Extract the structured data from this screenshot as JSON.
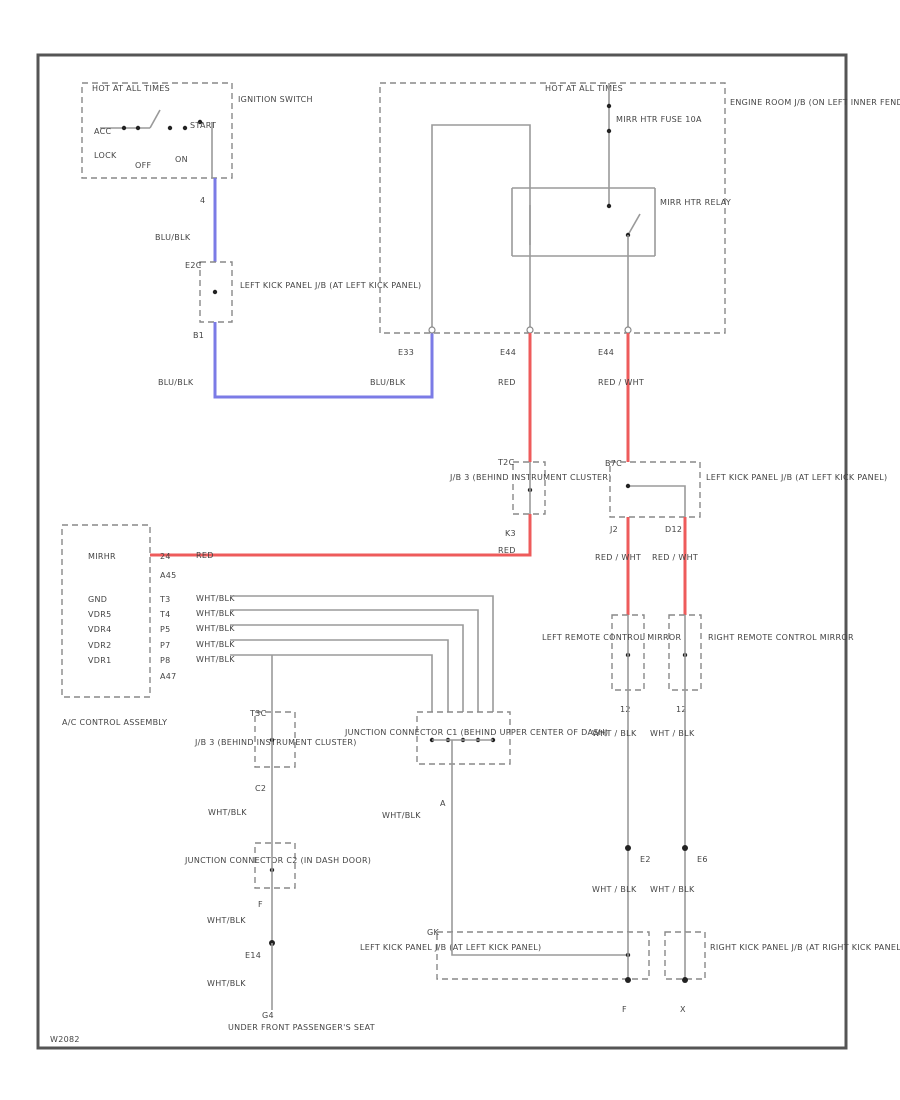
{
  "diagram_id": "W2082",
  "ignition": {
    "hot_label": "HOT AT ALL TIMES",
    "name": "IGNITION SWITCH",
    "pos_acc": "ACC",
    "pos_lock": "LOCK",
    "pos_off": "OFF",
    "pos_on": "ON",
    "pos_start": "START",
    "pin": "4"
  },
  "engine_room": {
    "hot_label": "HOT AT ALL TIMES",
    "name": "ENGINE ROOM J/B (ON LEFT INNER FENDER PANEL)",
    "fuse": "MIRR HTR FUSE 10A",
    "relay": "MIRR HTR RELAY",
    "pins": [
      "E33",
      "E44",
      "E44"
    ]
  },
  "wire_labels": {
    "blu_blk_1": "BLU/BLK",
    "blu_blk_2": "BLU/BLK",
    "blu_blk_3": "BLU/BLK",
    "red_1": "RED",
    "red_wht_1": "RED / WHT",
    "red_2": "RED",
    "red_wht_2": "RED / WHT",
    "red_wht_3": "RED / WHT",
    "wht_blk_1": "WHT/BLK",
    "wht_blk_2": "WHT/BLK",
    "wht_blk_3": "WHT/BLK",
    "wht_blk_4": "WHT/BLK",
    "wht_blk_5": "WHT / BLK",
    "wht_blk_6": "WHT / BLK",
    "wht_blk_7": "WHT / BLK",
    "wht_blk_8": "WHT / BLK"
  },
  "left_kick_jb_top": {
    "name": "LEFT KICK PANEL J/B (AT LEFT KICK PANEL)",
    "pin_top": "E2C",
    "pin_bottom": "B1"
  },
  "jb3_top": {
    "name": "J/B 3 (BEHIND INSTRUMENT CLUSTER)",
    "pin_top": "T2C",
    "pin_bottom": "K3"
  },
  "left_kick_jb_right": {
    "name": "LEFT KICK PANEL J/B (AT LEFT KICK PANEL)",
    "pin_top": "B7C",
    "pin_left": "J2",
    "pin_right": "D12"
  },
  "ac_control": {
    "name": "A/C CONTROL ASSEMBLY",
    "rows": [
      {
        "label": "MIRHR",
        "pin": "24",
        "wire": "RED"
      },
      {
        "label": "",
        "pin": "A45",
        "wire": ""
      },
      {
        "label": "GND",
        "pin": "T3",
        "wire": "WHT/BLK"
      },
      {
        "label": "VDR5",
        "pin": "T4",
        "wire": "WHT/BLK"
      },
      {
        "label": "VDR4",
        "pin": "P5",
        "wire": "WHT/BLK"
      },
      {
        "label": "VDR2",
        "pin": "P7",
        "wire": "WHT/BLK"
      },
      {
        "label": "VDR1",
        "pin": "P8",
        "wire": "WHT/BLK"
      },
      {
        "label": "",
        "pin": "A47",
        "wire": ""
      }
    ]
  },
  "jb3_bottom": {
    "name": "J/B 3 (BEHIND INSTRUMENT CLUSTER)",
    "pin_top": "T3C",
    "pin_bottom": "C2"
  },
  "junction_c1": {
    "name": "JUNCTION CONNECTOR C1 (BEHIND UPPER CENTER OF DASH)",
    "pin": "A"
  },
  "junction_c2": {
    "name": "JUNCTION CONNECTOR C2 (IN DASH DOOR)",
    "pin": "F"
  },
  "left_mirror": {
    "name": "LEFT REMOTE CONTROL MIRROR",
    "pin": "12"
  },
  "right_mirror": {
    "name": "RIGHT REMOTE CONTROL MIRROR",
    "pin": "12"
  },
  "grounds": {
    "e2": "E2",
    "e6": "E6",
    "e14": "E14",
    "under_seat": "UNDER FRONT PASSENGER'S SEAT",
    "ground_id": "G4"
  },
  "left_kick_jb_bottom": {
    "name": "LEFT KICK PANEL J/B (AT LEFT KICK PANEL)",
    "pin": "GK",
    "pin_bottom": "F"
  },
  "right_kick_jb": {
    "name": "RIGHT KICK PANEL J/B (AT RIGHT KICK PANEL)",
    "pin_bottom": "X"
  }
}
